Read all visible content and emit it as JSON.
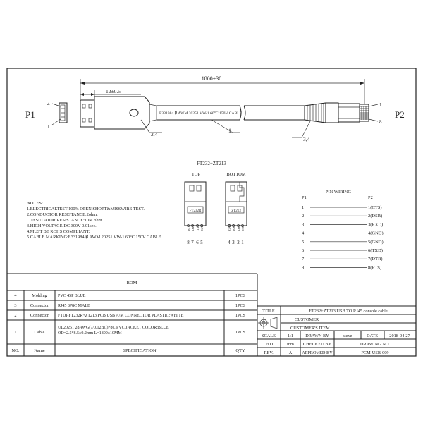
{
  "plugs": {
    "left": "P1",
    "right": "P2"
  },
  "dimensions": {
    "overall": "1800±30",
    "plug_length": "12±0.5"
  },
  "cable_print": "E331984 ℟ AWM 20251 VW-1 60°C 150V CABLE",
  "callouts": {
    "pin4": "4",
    "pin1": "1",
    "rj_pin1": "1",
    "rj_pin8": "8",
    "c1": "1",
    "c2": "2",
    "c3": "3",
    "c4": "4"
  },
  "chip": {
    "title": "FT232+ZT213",
    "top_label": "TOP",
    "bottom_label": "BOTTOM",
    "top_chip": "FT232R",
    "bottom_chip": "ZT213",
    "top_signals": [
      "RTS",
      "DTR",
      "TXD",
      "GND"
    ],
    "bottom_signals": [
      "GND",
      "RXD",
      "DSR",
      "CTS"
    ],
    "top_numbers": [
      "8",
      "7",
      "6",
      "5"
    ],
    "bottom_numbers": [
      "4",
      "3",
      "2",
      "1"
    ]
  },
  "notes": {
    "heading": "NOTES:",
    "lines": [
      "1.ELECTRICALTEST:100% OPEN,SHORT&MISSWIRE TEST.",
      "2.CONDUCTOR RESISTANCE:2ohm.",
      "INSULATOR RESISTANCE:10M ohm.",
      "3.HIGH VOLTAGE:DC 300V 0.01sec.",
      "4.MUST BE ROHS COMPLIANT.",
      "5.CABLE MARKING:E331984 ℟ AWM 20251 VW-1 60°C 150V CABLE"
    ]
  },
  "pin_wiring": {
    "title": "PIN WIRING",
    "col_p1": "P1",
    "col_p2": "P2",
    "rows": [
      {
        "p1": "1",
        "p2": "1(CTS)"
      },
      {
        "p1": "2",
        "p2": "2(DSR)"
      },
      {
        "p1": "3",
        "p2": "3(RXD)"
      },
      {
        "p1": "4",
        "p2": "4(GND)"
      },
      {
        "p1": "5",
        "p2": "5(GND)"
      },
      {
        "p1": "6",
        "p2": "6(TXD)"
      },
      {
        "p1": "7",
        "p2": "7(DTR)"
      },
      {
        "p1": "8",
        "p2": "8(RTS)"
      }
    ]
  },
  "bom": {
    "title": "BOM",
    "rows": [
      {
        "no": "4",
        "name": "Molding",
        "spec": [
          "PVC 45P BLUE"
        ],
        "qty": "1PCS"
      },
      {
        "no": "3",
        "name": "Connector",
        "spec": [
          "RJ45 8P8C MALE"
        ],
        "qty": "1PCS"
      },
      {
        "no": "2",
        "name": "Connector",
        "spec": [
          "FTDI-FT232R+ZT213 PCB  USB A/M CONNECTOR PLASTIC:WHITE"
        ],
        "qty": "1PCS"
      },
      {
        "no": "1",
        "name": "Cable",
        "spec": [
          "UL20251 28AWG(7/0.12BC)*8C PVC JACKET COLOR:BLUE",
          "OD=2.5*8.5±0.2mm L=1800±10MM"
        ],
        "qty": "1PCS"
      }
    ],
    "header": {
      "no": "NO.",
      "name": "Name",
      "spec": "SPECIFICATION",
      "qty": "QTY"
    }
  },
  "title_block": {
    "title_label": "TITLE",
    "title_value": "FT232+ZT213 USB TO RJ45 console cable",
    "customer_label": "CUSTOMER",
    "customers_item_label": "CUSTOMER'S ITEM",
    "scale_label": "SCALE",
    "scale_value": "1:1",
    "drawn_by_label": "DRAWN BY",
    "drawn_by_value": "steve",
    "date_label": "DATE",
    "date_value": "2018-04-27",
    "unit_label": "UNIT",
    "unit_value": "mm",
    "checked_by_label": "CHECKED BY",
    "drawing_no_label": "DRAWING NO.",
    "rev_label": "REV.",
    "rev_value": "A",
    "approved_by_label": "APPROVED BY",
    "drawing_no_value": "PCM-USB-009"
  }
}
